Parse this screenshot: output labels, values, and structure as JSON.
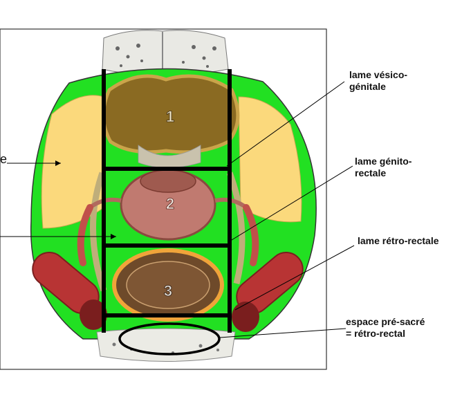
{
  "organ_numbers": [
    "1",
    "2",
    "3"
  ],
  "labels": {
    "vesico_genital": [
      "lame vésico-",
      "génitale"
    ],
    "genito_rectal": [
      "lame génito-",
      "rectale"
    ],
    "retro_rectal": [
      "lame rétro-rectale"
    ],
    "presacral_space": [
      "espace pré-sacré",
      "= rétro-rectal"
    ],
    "cut_left_fragment": "e"
  },
  "colors": {
    "fascia_green": "#22e022",
    "fat_yellow": "#fbd97c",
    "bladder_brown": "#8a6a22",
    "uterus_pink": "#c07a70",
    "rectum_brown": "#6e4a2a",
    "vessel_red": "#b83434",
    "outline": "#000000"
  }
}
